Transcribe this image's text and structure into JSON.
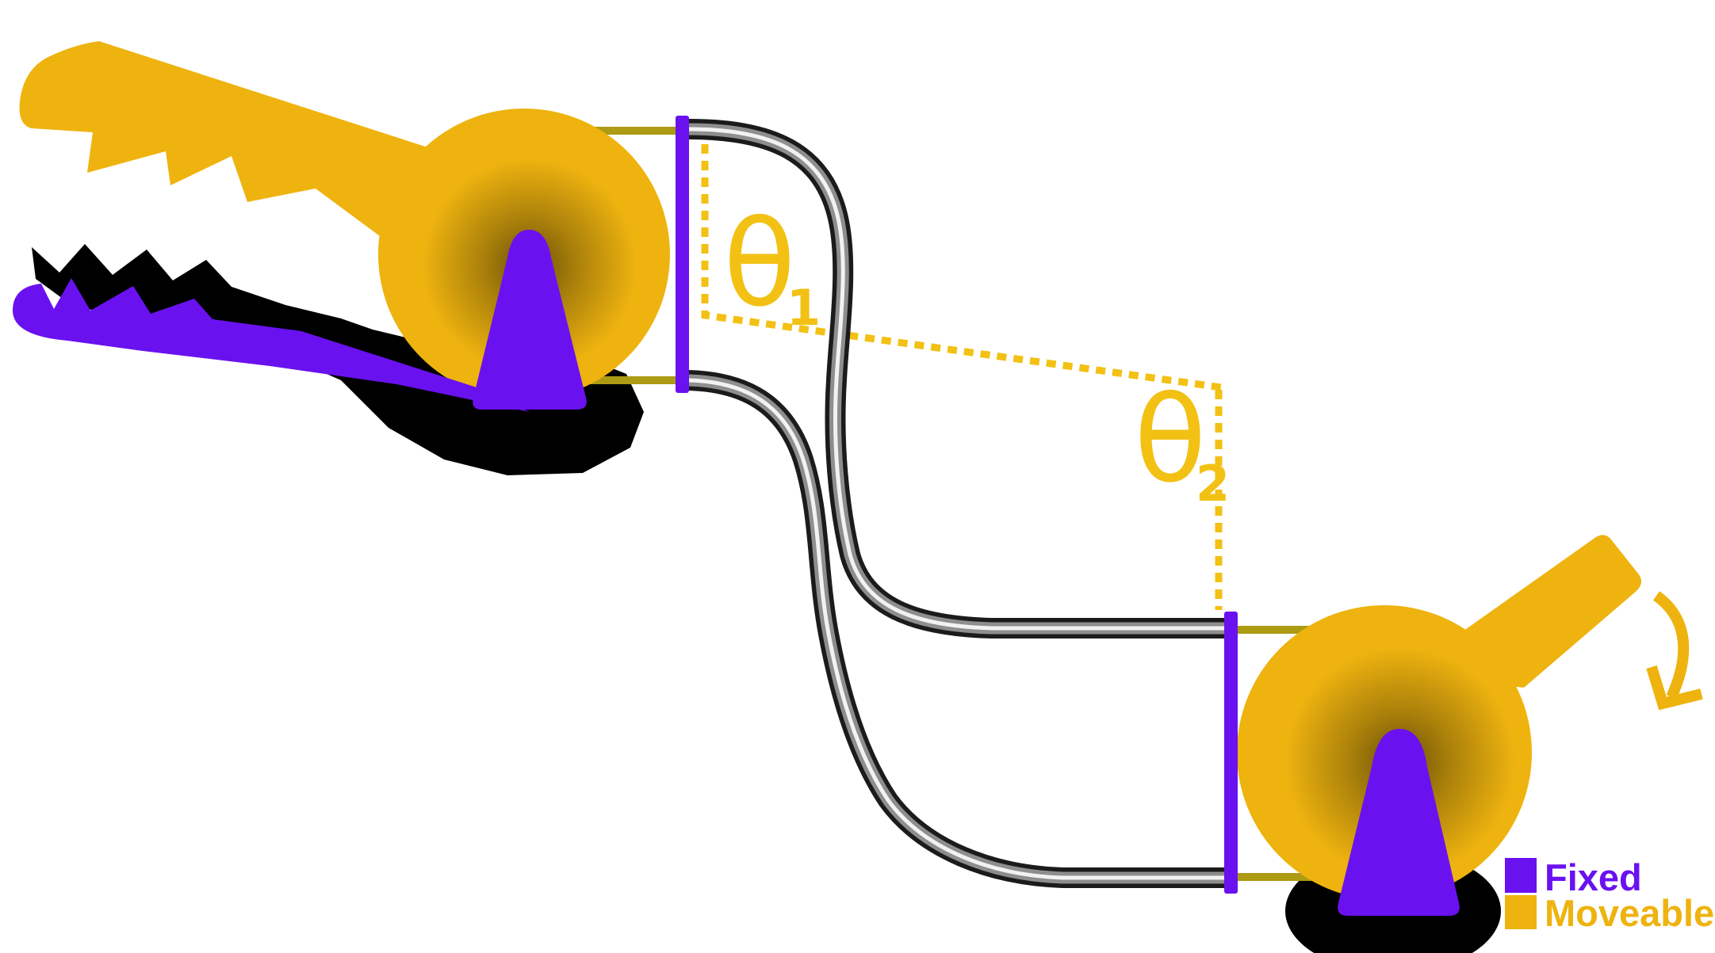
{
  "diagram": {
    "background": "#FFFFFF",
    "colors": {
      "moveable_gold": "#EEB30F",
      "fixed_purple": "#6A11F0",
      "accent_gold": "#F2C113",
      "tangent_olive": "#AC9B13",
      "shadow_black": "#000000",
      "cable_dark": "#1B1B1B",
      "cable_mid": "#8E8E8E",
      "cable_light": "#F2F2F2"
    },
    "labels": {
      "theta1": {
        "base": "θ",
        "sub": "1"
      },
      "theta2": {
        "base": "θ",
        "sub": "2"
      }
    },
    "legend": {
      "items": [
        {
          "label": "Fixed",
          "color": "#6A11F0"
        },
        {
          "label": "Moveable",
          "color": "#EEB30F"
        }
      ]
    }
  }
}
